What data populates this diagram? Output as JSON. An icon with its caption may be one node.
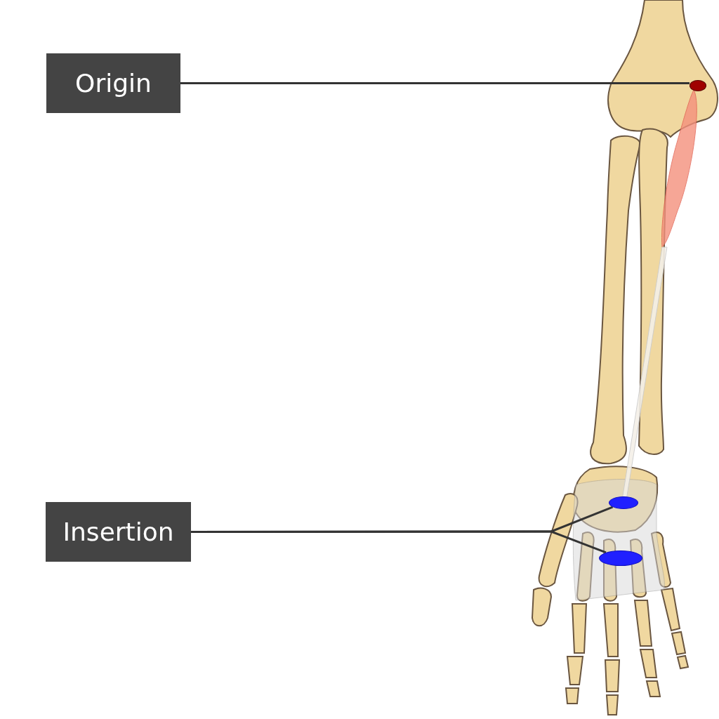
{
  "diagram": {
    "nodes": [
      {
        "text": [
          "Origin"
        ]
      },
      {
        "text": [
          "Insertion"
        ]
      },
      {
        "text": [],
        "shape": "circle"
      },
      {
        "text": [],
        "shape": "circle"
      },
      {
        "text": [],
        "shape": "circle"
      }
    ],
    "edges": [
      {
        "from": 0,
        "to": 2,
        "arrow": "none"
      },
      {
        "from": 1,
        "to": 3,
        "arrow": "none"
      },
      {
        "from": 1,
        "to": 4,
        "arrow": "none"
      }
    ]
  }
}
